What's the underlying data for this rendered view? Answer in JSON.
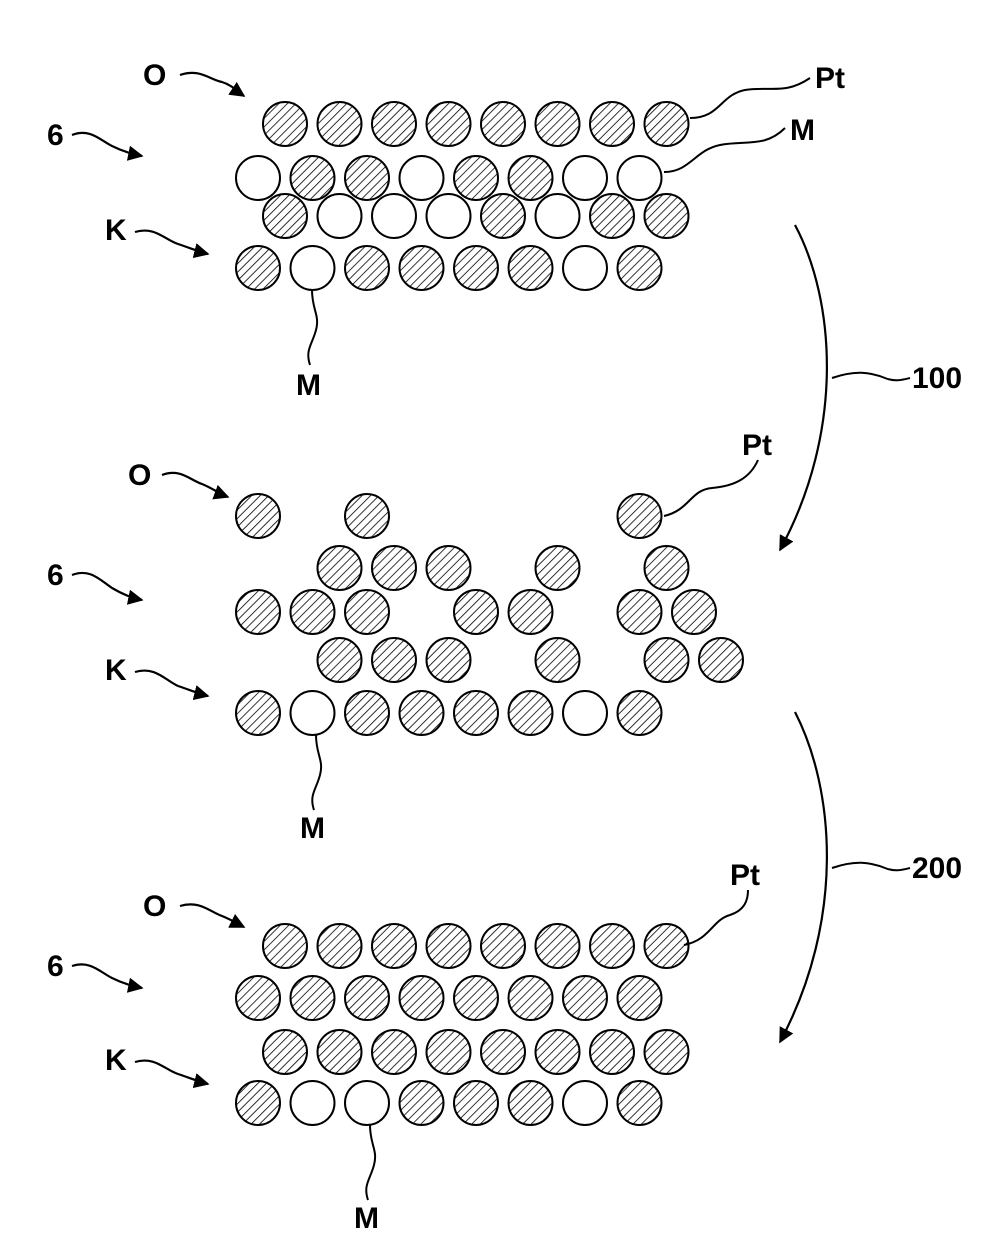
{
  "labels": {
    "O": "O",
    "six": "6",
    "K": "K",
    "Pt": "Pt",
    "M": "M",
    "step1": "100",
    "step2": "200"
  },
  "stages": [
    {
      "name": "stage-initial",
      "rows": [
        "PPPPPPPP",
        "MPPMPPMM",
        "PMMMPMPP",
        "PMPPPPMP"
      ]
    },
    {
      "name": "stage-dealloyed",
      "rows": [
        "P.P....P",
        ".PPP.P.P",
        "PPP.PP.PP",
        ".PPP.P.PP",
        "PMPPPPMP"
      ]
    },
    {
      "name": "stage-restored",
      "rows": [
        "PPPPPPPP",
        "PPPPPPPP",
        "PPPPPPPP",
        "PMMPPPMP"
      ]
    }
  ],
  "legend": {
    "P": "hatched-particle",
    "M": "open-particle"
  }
}
